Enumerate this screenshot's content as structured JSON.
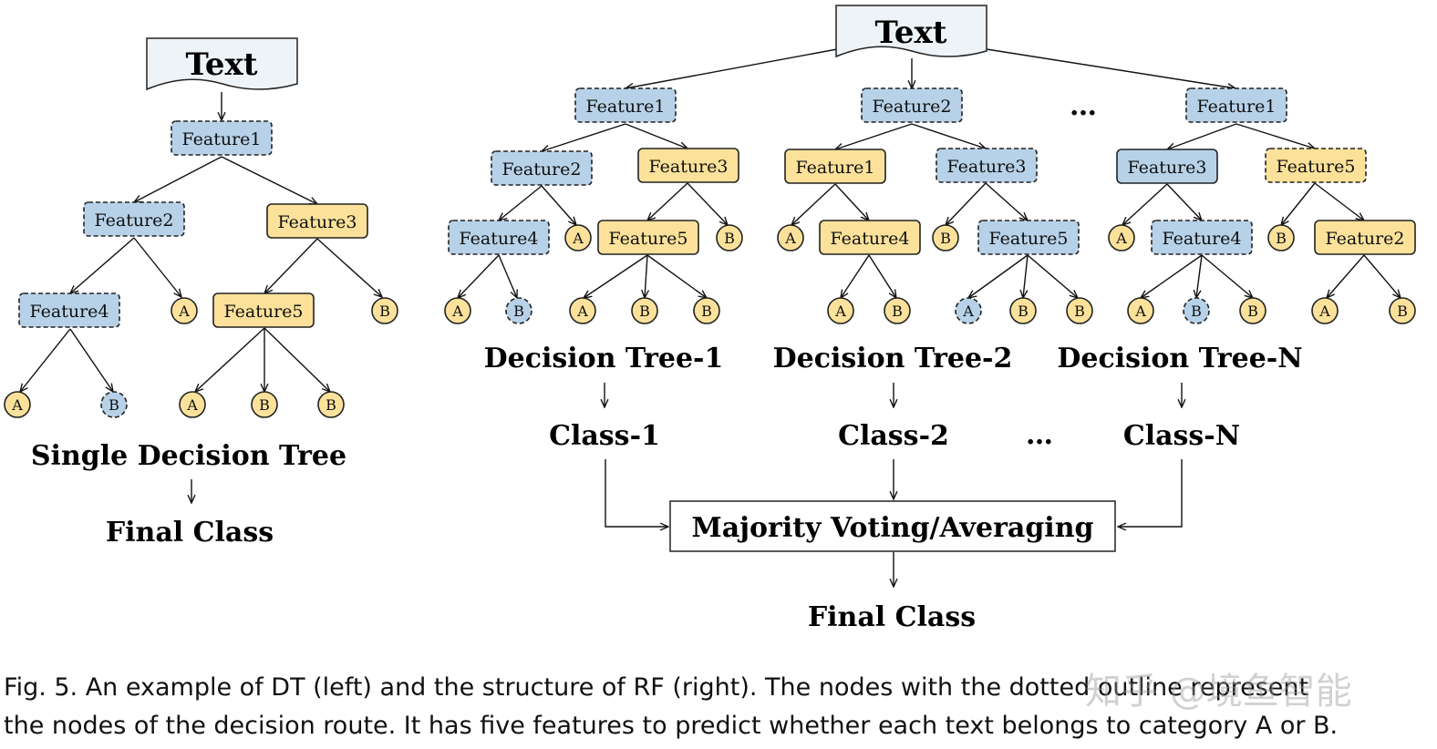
{
  "diagram": {
    "colors": {
      "blue": "#b7d2e8",
      "yellow": "#fbe19a",
      "stroke": "#222222"
    },
    "single_tree": {
      "input_label": "Text",
      "nodes": [
        {
          "id": "s_f1",
          "label": "Feature1",
          "kind": "feature",
          "color": "blue",
          "dashed": true
        },
        {
          "id": "s_f2",
          "label": "Feature2",
          "kind": "feature",
          "color": "blue",
          "dashed": true
        },
        {
          "id": "s_f3",
          "label": "Feature3",
          "kind": "feature",
          "color": "yellow",
          "dashed": false
        },
        {
          "id": "s_f4",
          "label": "Feature4",
          "kind": "feature",
          "color": "blue",
          "dashed": true
        },
        {
          "id": "s_a1",
          "label": "A",
          "kind": "leaf",
          "color": "yellow",
          "dashed": false
        },
        {
          "id": "s_f5",
          "label": "Feature5",
          "kind": "feature",
          "color": "yellow",
          "dashed": false
        },
        {
          "id": "s_b1",
          "label": "B",
          "kind": "leaf",
          "color": "yellow",
          "dashed": false
        },
        {
          "id": "s_a2",
          "label": "A",
          "kind": "leaf",
          "color": "yellow",
          "dashed": false
        },
        {
          "id": "s_b2",
          "label": "B",
          "kind": "leaf",
          "color": "blue",
          "dashed": true
        },
        {
          "id": "s_a3",
          "label": "A",
          "kind": "leaf",
          "color": "yellow",
          "dashed": false
        },
        {
          "id": "s_b3",
          "label": "B",
          "kind": "leaf",
          "color": "yellow",
          "dashed": false
        },
        {
          "id": "s_b4",
          "label": "B",
          "kind": "leaf",
          "color": "yellow",
          "dashed": false
        }
      ],
      "title": "Single Decision Tree",
      "output": "Final Class"
    },
    "random_forest": {
      "input_label": "Text",
      "ellipsis": "…",
      "trees": [
        {
          "title": "Decision Tree-1",
          "class_label": "Class-1",
          "nodes": [
            {
              "id": "t1_root",
              "label": "Feature1",
              "kind": "feature",
              "color": "blue",
              "dashed": true
            },
            {
              "id": "t1_l",
              "label": "Feature2",
              "kind": "feature",
              "color": "blue",
              "dashed": true
            },
            {
              "id": "t1_r",
              "label": "Feature3",
              "kind": "feature",
              "color": "yellow",
              "dashed": false
            },
            {
              "id": "t1_ll",
              "label": "Feature4",
              "kind": "feature",
              "color": "blue",
              "dashed": true
            },
            {
              "id": "t1_lr",
              "label": "A",
              "kind": "leaf",
              "color": "yellow",
              "dashed": false
            },
            {
              "id": "t1_rl",
              "label": "Feature5",
              "kind": "feature",
              "color": "yellow",
              "dashed": false
            },
            {
              "id": "t1_rr",
              "label": "B",
              "kind": "leaf",
              "color": "yellow",
              "dashed": false
            },
            {
              "id": "t1_lll",
              "label": "A",
              "kind": "leaf",
              "color": "yellow",
              "dashed": false
            },
            {
              "id": "t1_llr",
              "label": "B",
              "kind": "leaf",
              "color": "blue",
              "dashed": true
            },
            {
              "id": "t1_rl1",
              "label": "A",
              "kind": "leaf",
              "color": "yellow",
              "dashed": false
            },
            {
              "id": "t1_rl2",
              "label": "B",
              "kind": "leaf",
              "color": "yellow",
              "dashed": false
            },
            {
              "id": "t1_rl3",
              "label": "B",
              "kind": "leaf",
              "color": "yellow",
              "dashed": false
            }
          ]
        },
        {
          "title": "Decision Tree-2",
          "class_label": "Class-2",
          "nodes": [
            {
              "id": "t2_root",
              "label": "Feature2",
              "kind": "feature",
              "color": "blue",
              "dashed": true
            },
            {
              "id": "t2_l",
              "label": "Feature1",
              "kind": "feature",
              "color": "yellow",
              "dashed": false
            },
            {
              "id": "t2_r",
              "label": "Feature3",
              "kind": "feature",
              "color": "blue",
              "dashed": true
            },
            {
              "id": "t2_ll",
              "label": "A",
              "kind": "leaf",
              "color": "yellow",
              "dashed": false
            },
            {
              "id": "t2_lr",
              "label": "Feature4",
              "kind": "feature",
              "color": "yellow",
              "dashed": false
            },
            {
              "id": "t2_rl",
              "label": "B",
              "kind": "leaf",
              "color": "yellow",
              "dashed": false
            },
            {
              "id": "t2_rr",
              "label": "Feature5",
              "kind": "feature",
              "color": "blue",
              "dashed": true
            },
            {
              "id": "t2_lr1",
              "label": "A",
              "kind": "leaf",
              "color": "yellow",
              "dashed": false
            },
            {
              "id": "t2_lr2",
              "label": "B",
              "kind": "leaf",
              "color": "yellow",
              "dashed": false
            },
            {
              "id": "t2_rr1",
              "label": "A",
              "kind": "leaf",
              "color": "blue",
              "dashed": true
            },
            {
              "id": "t2_rr2",
              "label": "B",
              "kind": "leaf",
              "color": "yellow",
              "dashed": false
            },
            {
              "id": "t2_rr3",
              "label": "B",
              "kind": "leaf",
              "color": "yellow",
              "dashed": false
            }
          ]
        },
        {
          "title": "Decision Tree-N",
          "class_label": "Class-N",
          "nodes": [
            {
              "id": "tn_root",
              "label": "Feature1",
              "kind": "feature",
              "color": "blue",
              "dashed": true
            },
            {
              "id": "tn_l",
              "label": "Feature3",
              "kind": "feature",
              "color": "blue",
              "dashed": false
            },
            {
              "id": "tn_r",
              "label": "Feature5",
              "kind": "feature",
              "color": "yellow",
              "dashed": true
            },
            {
              "id": "tn_ll",
              "label": "A",
              "kind": "leaf",
              "color": "yellow",
              "dashed": false
            },
            {
              "id": "tn_lr",
              "label": "Feature4",
              "kind": "feature",
              "color": "blue",
              "dashed": true
            },
            {
              "id": "tn_rl",
              "label": "B",
              "kind": "leaf",
              "color": "yellow",
              "dashed": false
            },
            {
              "id": "tn_rr",
              "label": "Feature2",
              "kind": "feature",
              "color": "yellow",
              "dashed": false
            },
            {
              "id": "tn_lr1",
              "label": "A",
              "kind": "leaf",
              "color": "yellow",
              "dashed": false
            },
            {
              "id": "tn_lr2",
              "label": "B",
              "kind": "leaf",
              "color": "blue",
              "dashed": true
            },
            {
              "id": "tn_lr3",
              "label": "B",
              "kind": "leaf",
              "color": "yellow",
              "dashed": false
            },
            {
              "id": "tn_rr1",
              "label": "A",
              "kind": "leaf",
              "color": "yellow",
              "dashed": false
            },
            {
              "id": "tn_rr2",
              "label": "B",
              "kind": "leaf",
              "color": "yellow",
              "dashed": false
            }
          ]
        }
      ],
      "aggregator": "Majority Voting/Averaging",
      "output": "Final Class"
    }
  },
  "caption": {
    "line1": "Fig. 5.  An example of DT (left) and the structure of RF (right). The nodes with the dotted outline represent",
    "line2": "the nodes of the decision route. It has five features to predict whether each text belongs to category A or B."
  },
  "watermark": "知乎 @境鱼智能"
}
